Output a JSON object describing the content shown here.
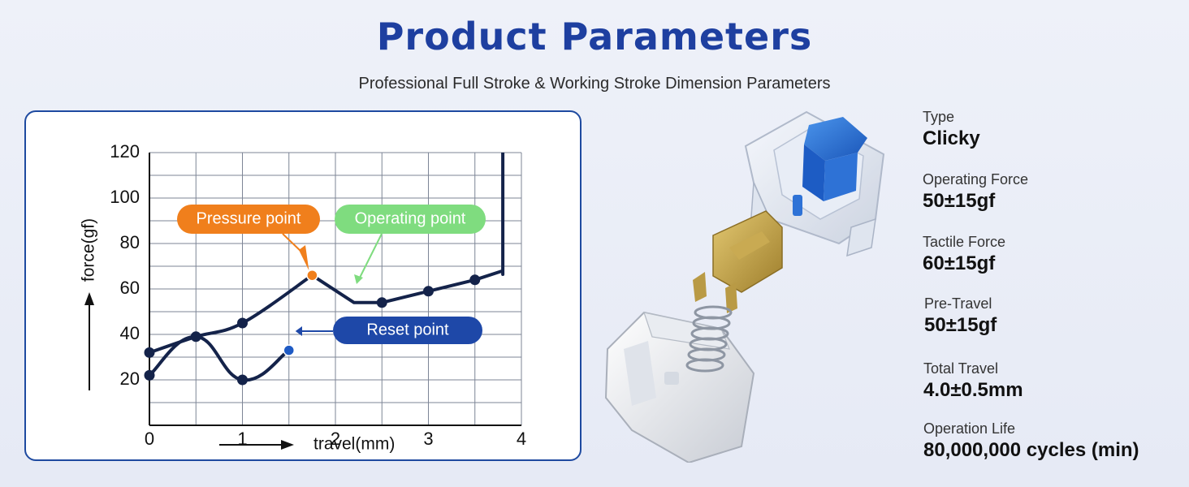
{
  "header": {
    "title": "Product Parameters",
    "subtitle": "Professional Full Stroke & Working Stroke Dimension Parameters"
  },
  "chart_data": {
    "type": "line",
    "xlabel": "travel(mm)",
    "ylabel": "force(gf)",
    "xlim": [
      0,
      4
    ],
    "ylim": [
      0,
      120
    ],
    "x_ticks": [
      "0",
      "1",
      "2",
      "3",
      "4"
    ],
    "y_ticks": [
      "20",
      "40",
      "60",
      "80",
      "100",
      "120"
    ],
    "grid": true,
    "series": [
      {
        "name": "press",
        "x": [
          0,
          0.5,
          1.0,
          1.75,
          2.2,
          2.5,
          3.0,
          3.5,
          3.8,
          3.8
        ],
        "y": [
          32,
          39,
          45,
          66,
          54,
          54,
          59,
          64,
          68,
          120
        ]
      },
      {
        "name": "release",
        "x": [
          0,
          0.5,
          1.0,
          1.5
        ],
        "y": [
          22,
          39,
          20,
          33
        ]
      }
    ],
    "markers": [
      {
        "x": 0,
        "y": 32
      },
      {
        "x": 0.5,
        "y": 39
      },
      {
        "x": 1.0,
        "y": 45
      },
      {
        "x": 1.75,
        "y": 66,
        "highlight": "orange"
      },
      {
        "x": 2.5,
        "y": 54
      },
      {
        "x": 3.0,
        "y": 59
      },
      {
        "x": 3.5,
        "y": 64
      },
      {
        "x": 0,
        "y": 22
      },
      {
        "x": 1.0,
        "y": 20
      },
      {
        "x": 1.5,
        "y": 33,
        "highlight": "blue"
      }
    ],
    "annotations": [
      {
        "text": "Pressure point",
        "color": "#f07f1c",
        "x": 1.75,
        "y": 66
      },
      {
        "text": "Operating point",
        "color": "#7fdc7f",
        "x": 2.2,
        "y": 54
      },
      {
        "text": "Reset point",
        "color": "#1e48a8",
        "x": 1.5,
        "y": 33
      }
    ],
    "colors": {
      "line": "#14234a",
      "grid": "#7d8596"
    }
  },
  "specs": [
    {
      "label": "Type",
      "value": "Clicky"
    },
    {
      "label": "Operating Force",
      "value": "50±15gf"
    },
    {
      "label": "Tactile Force",
      "value": "60±15gf"
    },
    {
      "label": "Pre-Travel",
      "value": "50±15gf"
    },
    {
      "label": "Total Travel",
      "value": "4.0±0.5mm"
    },
    {
      "label": "Operation Life",
      "value": "80,000,000 cycles (min)"
    }
  ],
  "colors": {
    "title": "#1e3fa0",
    "panel_border": "#1e4aa0",
    "stem": "#2f74d8"
  }
}
